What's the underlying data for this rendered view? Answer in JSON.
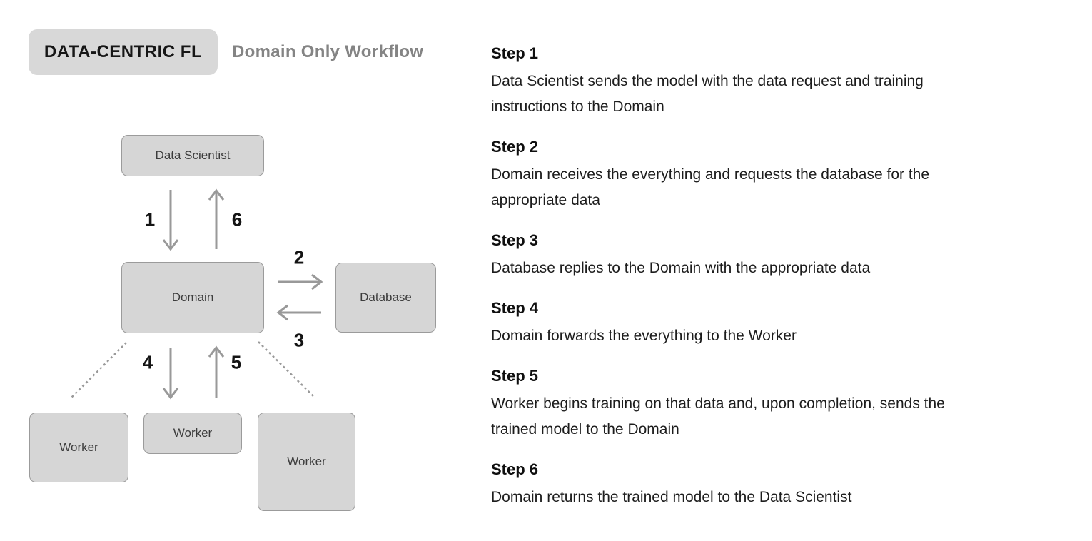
{
  "header": {
    "badge": "DATA-CENTRIC FL",
    "subtitle": "Domain Only Workflow"
  },
  "diagram": {
    "nodes": {
      "data_scientist": "Data Scientist",
      "domain": "Domain",
      "database": "Database",
      "worker_left": "Worker",
      "worker_middle": "Worker",
      "worker_right": "Worker"
    },
    "arrow_labels": {
      "n1": "1",
      "n2": "2",
      "n3": "3",
      "n4": "4",
      "n5": "5",
      "n6": "6"
    }
  },
  "steps": [
    {
      "title": "Step 1",
      "text": "Data Scientist sends the model with the data request and training instructions to the Domain"
    },
    {
      "title": "Step 2",
      "text": "Domain receives the everything and requests the database for the appropriate data"
    },
    {
      "title": "Step 3",
      "text": "Database replies to the Domain with the appropriate data"
    },
    {
      "title": "Step 4",
      "text": "Domain forwards the everything to the Worker"
    },
    {
      "title": "Step 5",
      "text": "Worker begins training on that data and, upon completion, sends the trained model to the Domain"
    },
    {
      "title": "Step 6",
      "text": "Domain returns the trained model to the Data Scientist"
    }
  ],
  "colors": {
    "node_fill": "#d6d6d6",
    "node_border": "#9b9b9b",
    "badge_fill": "#d8d8d8",
    "arrow_gray": "#999999",
    "subtitle_gray": "#848484",
    "heading_text": "#0f0f0f",
    "body_text": "#1d1d1d"
  }
}
